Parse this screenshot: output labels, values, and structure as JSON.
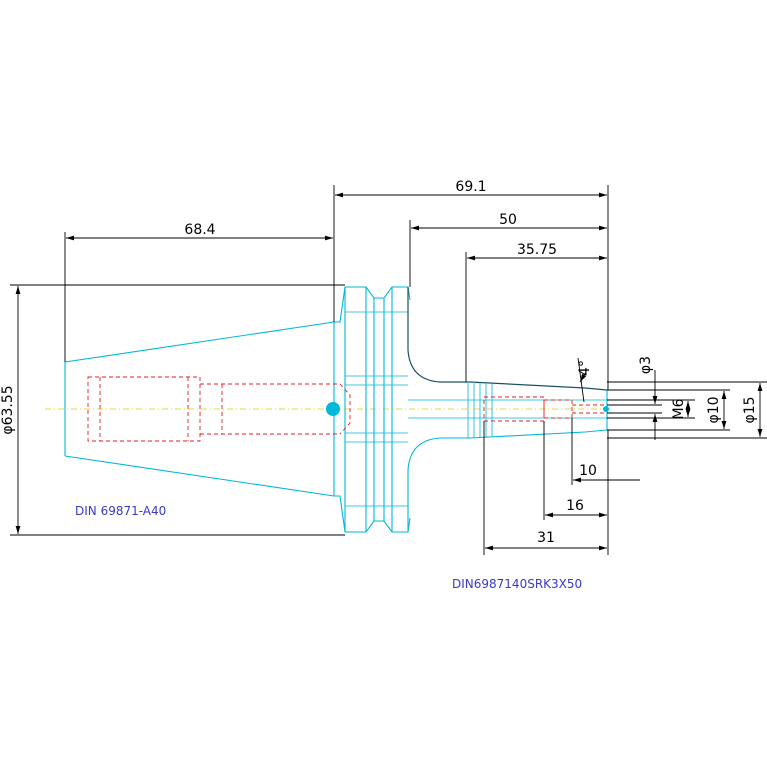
{
  "dimensions": {
    "d_69_1": "69.1",
    "d_50": "50",
    "d_35_75": "35.75",
    "d_68_4": "68.4",
    "d_63_55": "φ63.55",
    "d_4deg": "4°",
    "d_phi3": "φ3",
    "d_m6": "M6",
    "d_phi10": "φ10",
    "d_phi15": "φ15",
    "d_10": "10",
    "d_16": "16",
    "d_31": "31"
  },
  "labels": {
    "holder": "DIN 69871-A40",
    "part": "DIN6987140SRK3X50"
  },
  "colors": {
    "outline": "#00b8d8",
    "hidden": "#e02020",
    "dimension": "#000000",
    "label": "#3a3ac8",
    "centerline": "#d8d000"
  }
}
